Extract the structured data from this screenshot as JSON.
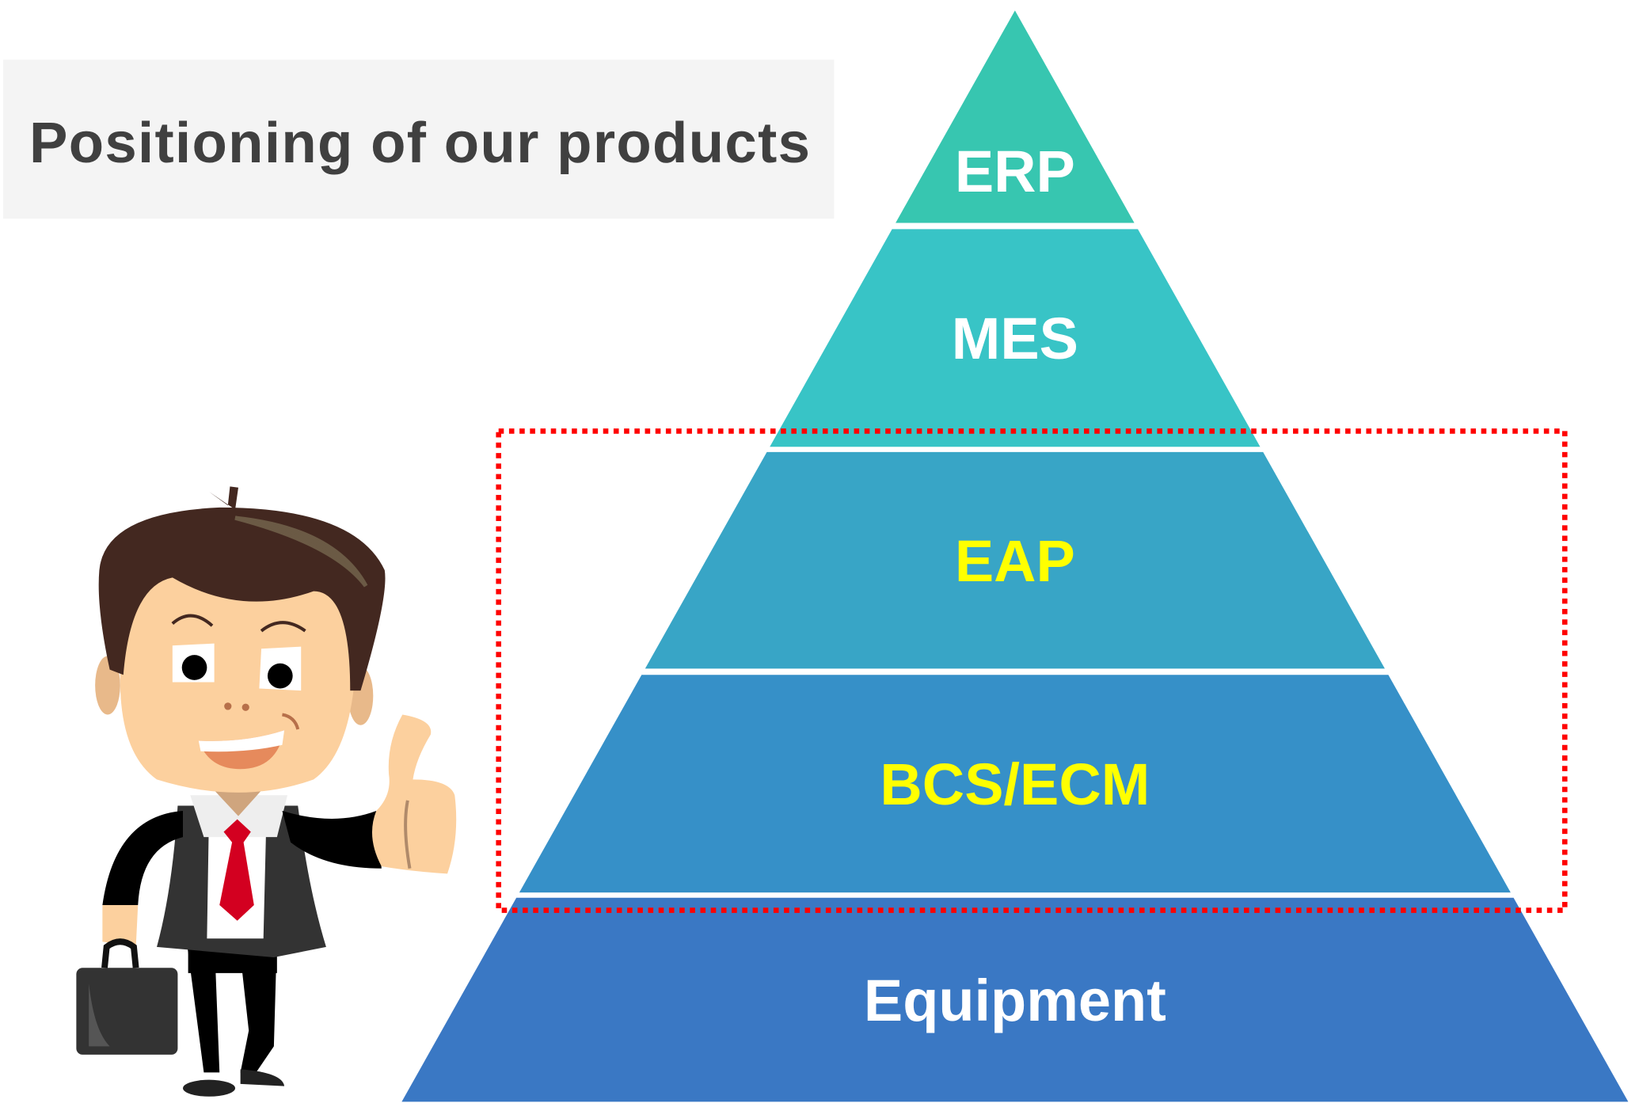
{
  "title": "Positioning of our products",
  "pyramid": {
    "layers": [
      {
        "label": "ERP",
        "color": "#37c6b0",
        "text_color": "#ffffff"
      },
      {
        "label": "MES",
        "color": "#38c4c6",
        "text_color": "#ffffff"
      },
      {
        "label": "EAP",
        "color": "#38a5c6",
        "text_color": "#ffff00",
        "highlighted": true
      },
      {
        "label": "BCS/ECM",
        "color": "#3690c8",
        "text_color": "#ffff00",
        "highlighted": true
      },
      {
        "label": "Equipment",
        "color": "#3a78c4",
        "text_color": "#ffffff"
      }
    ],
    "highlight_color": "#ff0000"
  },
  "illustration": "businessman-thumbs-up"
}
